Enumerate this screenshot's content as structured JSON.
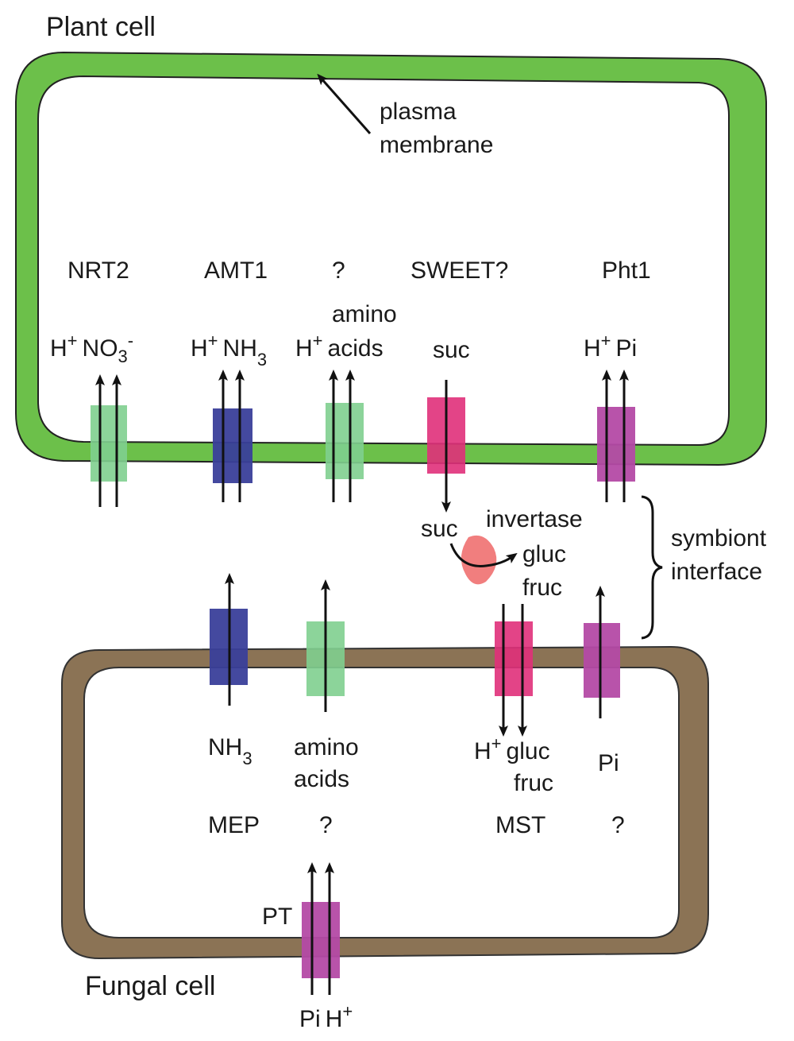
{
  "titles": {
    "plant_cell": "Plant cell",
    "fungal_cell": "Fungal cell",
    "plasma_membrane_line1": "plasma",
    "plasma_membrane_line2": "membrane",
    "symbiont_line1": "symbiont",
    "symbiont_line2": "interface",
    "invertase": "invertase"
  },
  "plant_transporters": {
    "nrt2": "NRT2",
    "amt1": "AMT1",
    "unknown_aa": "?",
    "sweet": "SWEET?",
    "pht1": "Pht1"
  },
  "plant_substrates": {
    "nrt2_h": "H",
    "nrt2_h_sup": "+",
    "nrt2_no": "NO",
    "nrt2_no_sub": "3",
    "nrt2_no_sup": "-",
    "amt1_h": "H",
    "amt1_h_sup": "+",
    "amt1_nh": "NH",
    "amt1_nh_sub": "3",
    "aa_h": "H",
    "aa_h_sup": "+",
    "aa_line1": "amino",
    "aa_line2": "acids",
    "sweet_suc": "suc",
    "pht1_h": "H",
    "pht1_h_sup": "+",
    "pht1_pi": "Pi"
  },
  "interface_labels": {
    "suc": "suc",
    "gluc": "gluc",
    "fruc": "fruc"
  },
  "fungal_transporters": {
    "mep": "MEP",
    "unknown_aa": "?",
    "mst": "MST",
    "unknown_pi": "?",
    "pt": "PT"
  },
  "fungal_substrates": {
    "nh": "NH",
    "nh_sub": "3",
    "aa_line1": "amino",
    "aa_line2": "acids",
    "mst_h": "H",
    "mst_h_sup": "+",
    "mst_gluc": "gluc",
    "mst_fruc": "fruc",
    "pi": "Pi",
    "pt_pi": "Pi",
    "pt_h": "H",
    "pt_h_sup": "+"
  },
  "colors": {
    "plant_wall": "#6cc04a",
    "fungal_wall": "#8b7355",
    "light_green": "#7fcf8f",
    "blue": "#3a3f9a",
    "magenta": "#e0307a",
    "purple": "#b44aa5",
    "invertase": "#f07070"
  }
}
